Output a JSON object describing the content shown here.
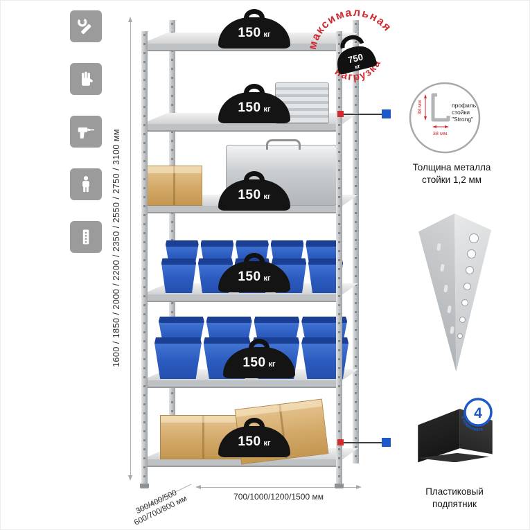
{
  "sidebar_icons": [
    {
      "name": "wrench-icon"
    },
    {
      "name": "glove-icon"
    },
    {
      "name": "drill-icon"
    },
    {
      "name": "person-icon"
    },
    {
      "name": "perforated-post-icon"
    }
  ],
  "dimensions": {
    "height": "1600 / 1850 / 2000 / 2200 / 2350 / 2550 / 2750 / 3100 мм",
    "depth_line1": "300/400/500",
    "depth_line2": "600/700/800 мм",
    "width": "700/1000/1200/1500 мм"
  },
  "shelf_load": {
    "value": "150",
    "unit": "кг"
  },
  "max_load": {
    "arc_top": "максимальная",
    "arc_bottom": "нагрузка",
    "value": "750",
    "unit": "кг"
  },
  "profile_diagram": {
    "line1": "профиль",
    "line2": "стойки",
    "line3": "\"Strong\"",
    "dim_vertical": "38 мм",
    "dim_horizontal": "38 мм.",
    "caption_line1": "Толщина металла",
    "caption_line2": "стойки 1,2 мм"
  },
  "foot": {
    "quantity": "4",
    "badge_label": "в комплекте",
    "caption_line1": "Пластиковый",
    "caption_line2": "подпятник"
  },
  "colors": {
    "accent_red": "#d22b2f",
    "accent_blue": "#1d59c9",
    "bin_blue": "#2c5cc0",
    "icon_gray": "#9b9b9b",
    "metal_gray": "#c3c6c8"
  }
}
